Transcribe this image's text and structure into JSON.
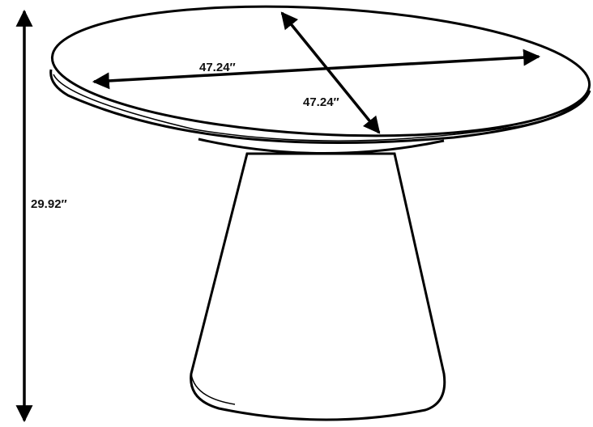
{
  "diagram": {
    "dimensions": {
      "diameter_horizontal": "47.24″",
      "diameter_diagonal": "47.24″",
      "height": "29.92″"
    },
    "colors": {
      "stroke": "#000000",
      "fill": "#ffffff",
      "text": "#111111"
    }
  }
}
